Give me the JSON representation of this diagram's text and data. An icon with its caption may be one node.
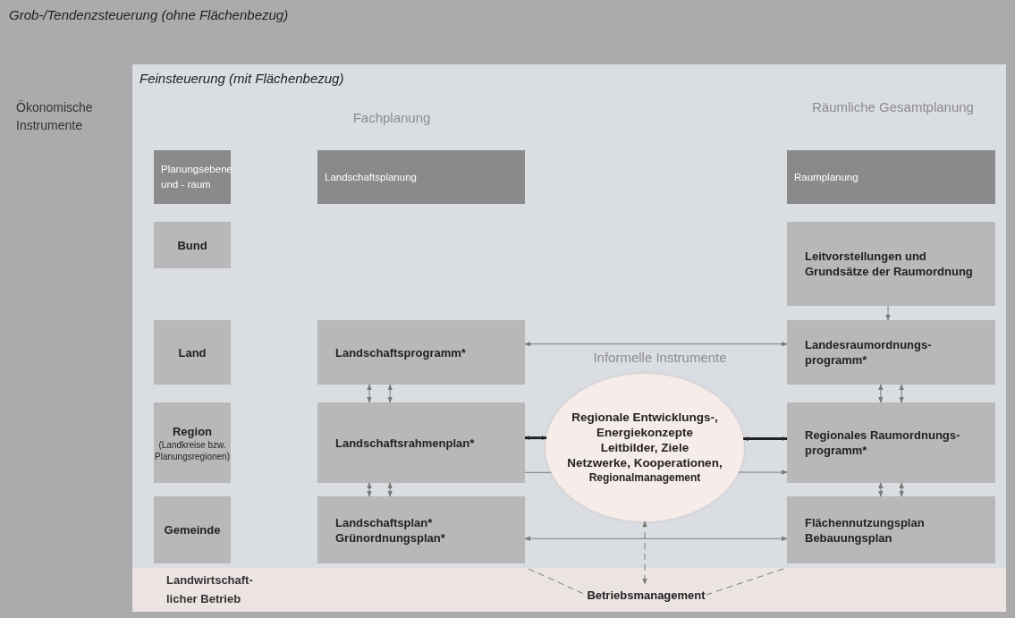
{
  "diagram": {
    "nodes": [
      {
        "text": [
          "Grob-/Tendenzsteuerung (ohne Flächenbezug)",
          "Ökonomische Instrumente"
        ]
      },
      {
        "text": [
          "Feinsteuerung (mit Flächenbezug)"
        ],
        "in": 0
      },
      {
        "text": [
          "Planungsebene und - raum"
        ],
        "in": 1
      },
      {
        "text": [
          "Landschaftsplanung"
        ],
        "in": 1
      },
      {
        "text": [
          "Raumplanung"
        ],
        "in": 1
      },
      {
        "text": [
          "Bund"
        ],
        "in": 1
      },
      {
        "text": [
          "Leitvorstellungen und Grundsätze der Raumordnung"
        ],
        "in": 1
      },
      {
        "text": [
          "Land"
        ],
        "in": 1
      },
      {
        "text": [
          "Landschaftsprogramm*"
        ],
        "in": 1
      },
      {
        "text": [
          "Landesraumordnungs- programm*"
        ],
        "in": 1
      },
      {
        "text": [
          "Region",
          "(Landkreise bzw. Planungsregionen)"
        ],
        "in": 1
      },
      {
        "text": [
          "Landschaftsrahmenplan*"
        ],
        "in": 1
      },
      {
        "text": [
          "Regionale Entwicklungs-, Energiekonzepte",
          "Leitbilder, Ziele",
          "Netzwerke, Kooperationen,",
          "Regionalmanagement"
        ],
        "in": 1
      },
      {
        "text": [
          "Regionales Raumordnungs- programm*"
        ],
        "in": 1
      },
      {
        "text": [
          "Gemeinde"
        ],
        "in": 1
      },
      {
        "text": [
          "Landschaftsplan*",
          "Grünordnungsplan*"
        ],
        "in": 1
      },
      {
        "text": [
          "Flächennutzungsplan",
          "Bebauungsplan"
        ],
        "in": 1
      },
      {
        "text": [
          "Landwirtschaft- licher Betrieb"
        ],
        "in": 1
      },
      {
        "text": [
          "Betriebsmanagement"
        ],
        "in": 17
      }
    ],
    "edges": [
      {
        "from": 6,
        "to": 9,
        "arrow": "to"
      },
      {
        "from": 8,
        "to": 9,
        "arrow": "both"
      },
      {
        "from": 8,
        "to": 11,
        "arrow": "both"
      },
      {
        "from": 8,
        "to": 11,
        "arrow": "both"
      },
      {
        "from": 9,
        "to": 13,
        "arrow": "both"
      },
      {
        "from": 9,
        "to": 13,
        "arrow": "both"
      },
      {
        "from": 11,
        "to": 12,
        "arrow": "both",
        "style": "thick"
      },
      {
        "from": 12,
        "to": 13,
        "arrow": "both",
        "style": "thick"
      },
      {
        "from": 11,
        "to": 12,
        "arrow": "none"
      },
      {
        "from": 12,
        "to": 13,
        "arrow": "to"
      },
      {
        "from": 11,
        "to": 15,
        "arrow": "both"
      },
      {
        "from": 11,
        "to": 15,
        "arrow": "both"
      },
      {
        "from": 13,
        "to": 16,
        "arrow": "both"
      },
      {
        "from": 13,
        "to": 16,
        "arrow": "both"
      },
      {
        "from": 15,
        "to": 16,
        "arrow": "both"
      },
      {
        "from": 12,
        "to": 18,
        "arrow": "both",
        "style": "dashed"
      },
      {
        "from": 15,
        "to": 18,
        "arrow": "none",
        "style": "dashed"
      },
      {
        "from": 16,
        "to": 18,
        "arrow": "none",
        "style": "dashed"
      }
    ],
    "labels": [
      "Fachplanung",
      "Räumliche Gesamtplanung",
      "Informelle Instrumente"
    ]
  }
}
